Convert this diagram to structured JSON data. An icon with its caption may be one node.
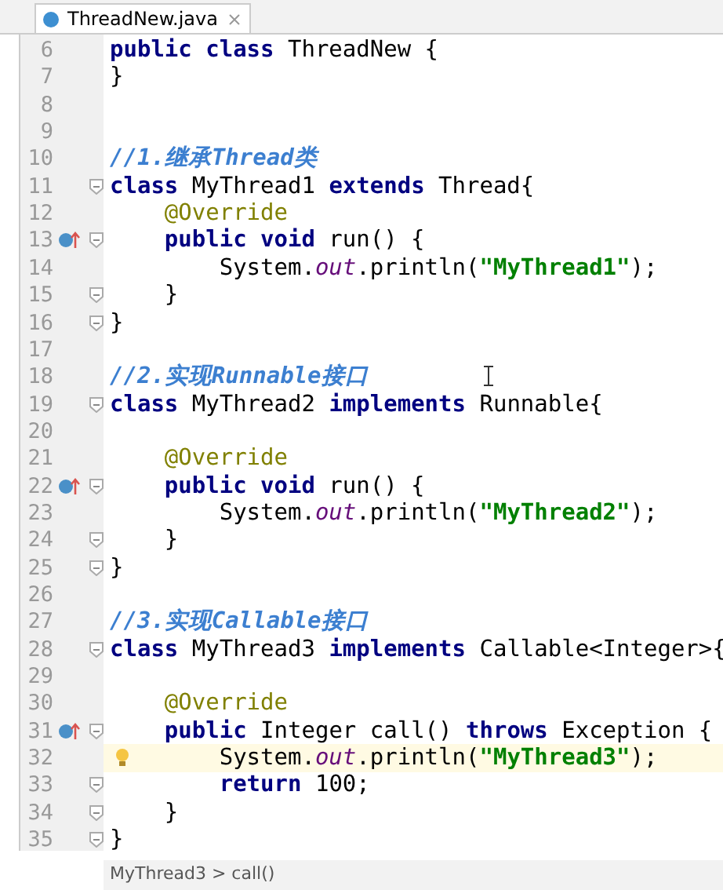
{
  "diagram": {
    "labels": [
      "ThreadNew.java",
      "6",
      "**public class** ThreadNew {",
      "7",
      "}",
      "8",
      "9",
      "10",
      "//1.继承Thread类",
      "11",
      "**class** MyThread1 **extends** Thread{",
      "12",
      "    @Override",
      "13",
      "    **public void** run() {",
      "14",
      "        System.*out*.println(**\"MyThread1\"**);",
      "15",
      "    }",
      "16",
      "}",
      "17",
      "18",
      "//2.实现Runnable接口",
      "19",
      "**class** MyThread2 **implements** Runnable{",
      "20",
      "21",
      "    @Override",
      "22",
      "    **public void** run() {",
      "23",
      "        System.*out*.println(**\"MyThread2\"**);",
      "24",
      "    }",
      "25",
      "}",
      "26",
      "27",
      "//3.实现Callable接口",
      "28",
      "**class** MyThread3 **implements** Callable<Integer>{",
      "29",
      "30",
      "    @Override",
      "31",
      "    **public** Integer call() **throws** Exception {",
      "32",
      "        System.*out*.println(**\"MyThread3\"**);",
      "33",
      "        **return** 100;",
      "34",
      "    }",
      "35",
      "}",
      "MyThread3 > call()"
    ]
  }
}
